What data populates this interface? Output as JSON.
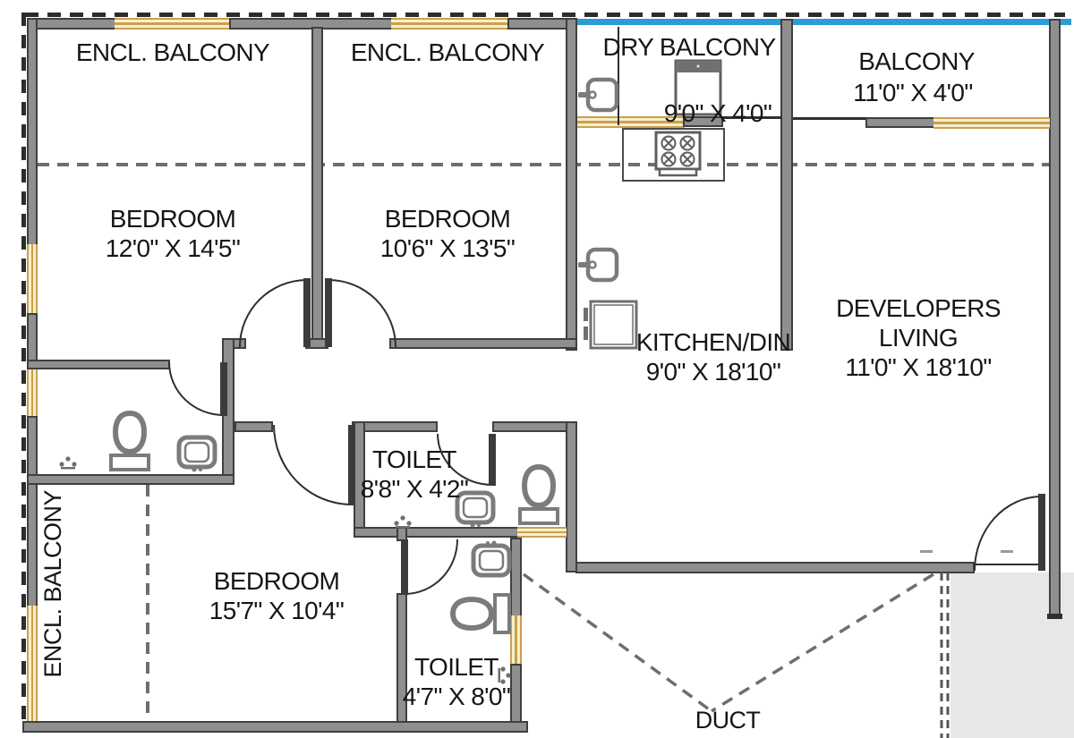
{
  "drawing": {
    "type": "apartment-floor-plan"
  },
  "colors": {
    "wall_fill": "#8f8f8f",
    "wall_edge": "#3f3f3f",
    "window_frame": "#c9a050",
    "window_glass": "#f8eecb",
    "water_supply_line": "#2b9cd8",
    "outside_area": "#e7e7e7",
    "dashed_line": "#6e6e6e",
    "label_text": "#161616"
  },
  "rooms": {
    "encl_balcony_1": {
      "label": "ENCL. BALCONY"
    },
    "encl_balcony_2": {
      "label": "ENCL. BALCONY"
    },
    "bedroom_1": {
      "label": "BEDROOM",
      "dims": "12'0\" X 14'5\""
    },
    "bedroom_2": {
      "label": "BEDROOM",
      "dims": "10'6\" X 13'5\""
    },
    "dry_balcony": {
      "label": "DRY BALCONY",
      "dims": "9'0\" X 4'0\""
    },
    "balcony": {
      "label": "BALCONY",
      "dims": "11'0\" X 4'0\""
    },
    "kitchen": {
      "label": "KITCHEN/DIN",
      "dims": "9'0\" X 18'10\""
    },
    "living": {
      "label_line1": "DEVELOPERS",
      "label_line2": "LIVING",
      "dims": "11'0\" X 18'10\""
    },
    "toilet_1": {
      "label": "TOILET",
      "dims": "8'8\" X 4'2\""
    },
    "bedroom_3": {
      "label": "BEDROOM",
      "dims": "15'7\" X 10'4\""
    },
    "toilet_2": {
      "label": "TOILET",
      "dims": "4'7\" X 8'0\""
    },
    "encl_balcony_side": {
      "label": "ENCL. BALCONY"
    },
    "duct": {
      "label": "DUCT"
    }
  },
  "fixtures": [
    "toilet-wc",
    "washbasin",
    "kitchen-sink",
    "gas-stove",
    "water-heater",
    "refrigerator",
    "floor-trap"
  ]
}
